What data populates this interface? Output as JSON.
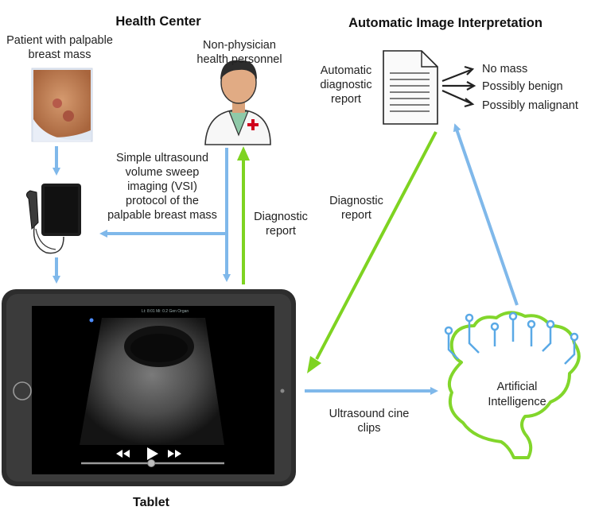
{
  "sections": {
    "health_center": "Health Center",
    "auto_interp": "Automatic Image Interpretation",
    "tablet": "Tablet"
  },
  "labels": {
    "patient": "Patient with palpable\nbreast mass",
    "personnel": "Non-physician\nhealth personnel",
    "protocol": "Simple ultrasound\nvolume sweep\nimaging (VSI)\nprotocol of the\npalpable breast mass",
    "diag_report_1": "Diagnostic\nreport",
    "diag_report_2": "Diagnostic\nreport",
    "auto_report": "Automatic\ndiagnostic\nreport",
    "cine": "Ultrasound cine\nclips",
    "ai": "Artificial\nIntelligence"
  },
  "outcomes": [
    "No mass",
    "Possibly benign",
    "Possibly malignant"
  ],
  "colors": {
    "blue_arrow": "#7fb8ea",
    "green_arrow": "#7ed321",
    "brain": "#82d62b",
    "circuit": "#5aa9e6",
    "tablet_body": "#2d2d2d"
  },
  "icons": {
    "patient": "breast-mass-photo",
    "personnel": "health-worker-avatar",
    "probe": "ultrasound-probe-tablet",
    "report": "document-icon",
    "brain": "brain-icon"
  },
  "player": {
    "controls": [
      "rewind",
      "play",
      "fast-forward"
    ],
    "progress": 0.49
  }
}
